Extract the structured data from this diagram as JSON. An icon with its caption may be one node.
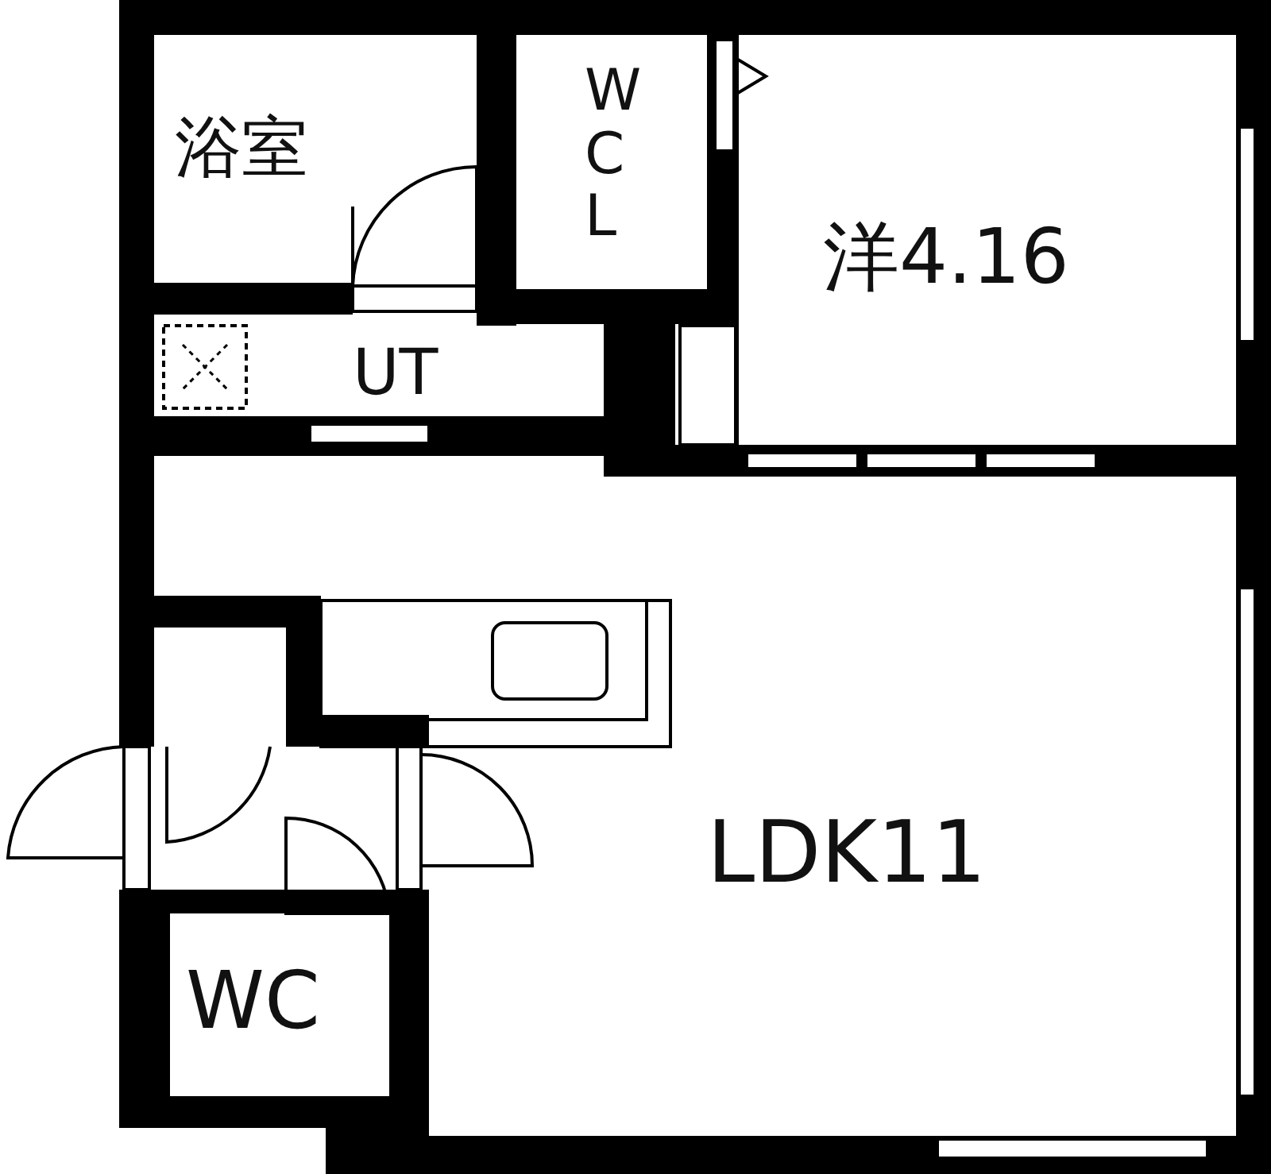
{
  "diagram": {
    "labels": [
      "浴室",
      "WCL",
      "洋4.16",
      "UT",
      "LDK11",
      "WC"
    ]
  }
}
